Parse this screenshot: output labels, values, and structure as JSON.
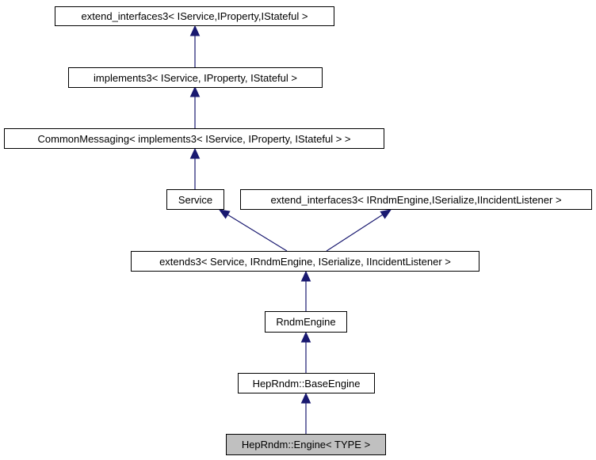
{
  "page": {
    "background": "#ffffff",
    "description": "Inheritance diagram for HepRndm::Engine< TYPE >"
  },
  "diagram": {
    "type": "class-inheritance-graph",
    "colors": {
      "edge": "#191970",
      "node_border": "#000000",
      "node_fill": "#ffffff",
      "selected_node_fill": "#c0c0c0",
      "text": "#000000"
    },
    "nodes": [
      {
        "id": "extend_interfaces3_service",
        "label": "extend_interfaces3< IService,IProperty,IStateful >",
        "selected": false
      },
      {
        "id": "implements3",
        "label": "implements3< IService, IProperty, IStateful >",
        "selected": false
      },
      {
        "id": "common_messaging",
        "label": "CommonMessaging< implements3< IService, IProperty, IStateful > >",
        "selected": false
      },
      {
        "id": "service",
        "label": "Service",
        "selected": false
      },
      {
        "id": "extend_interfaces3_rndm",
        "label": "extend_interfaces3< IRndmEngine,ISerialize,IIncidentListener >",
        "selected": false
      },
      {
        "id": "extends3",
        "label": "extends3< Service, IRndmEngine, ISerialize, IIncidentListener >",
        "selected": false
      },
      {
        "id": "rndm_engine",
        "label": "RndmEngine",
        "selected": false
      },
      {
        "id": "heprndm_base_engine",
        "label": "HepRndm::BaseEngine",
        "selected": false
      },
      {
        "id": "heprndm_engine",
        "label": "HepRndm::Engine< TYPE >",
        "selected": true
      }
    ],
    "edges": [
      {
        "from": "implements3",
        "to": "extend_interfaces3_service",
        "relation": "inherits"
      },
      {
        "from": "common_messaging",
        "to": "implements3",
        "relation": "inherits"
      },
      {
        "from": "service",
        "to": "common_messaging",
        "relation": "inherits"
      },
      {
        "from": "extends3",
        "to": "service",
        "relation": "inherits"
      },
      {
        "from": "extends3",
        "to": "extend_interfaces3_rndm",
        "relation": "inherits"
      },
      {
        "from": "rndm_engine",
        "to": "extends3",
        "relation": "inherits"
      },
      {
        "from": "heprndm_base_engine",
        "to": "rndm_engine",
        "relation": "inherits"
      },
      {
        "from": "heprndm_engine",
        "to": "heprndm_base_engine",
        "relation": "inherits"
      }
    ]
  }
}
